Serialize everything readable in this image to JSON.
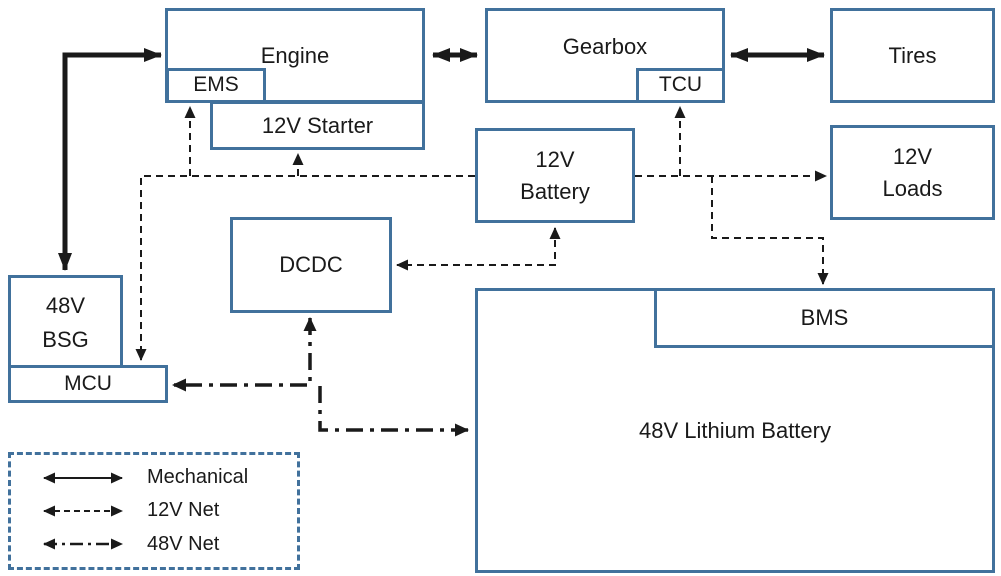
{
  "diagram": {
    "engine": {
      "label": "Engine"
    },
    "ems": {
      "label": "EMS"
    },
    "starter": {
      "label": "12V Starter"
    },
    "gearbox": {
      "label": "Gearbox"
    },
    "tcu": {
      "label": "TCU"
    },
    "tires": {
      "label": "Tires"
    },
    "battery12": {
      "l1": "12V",
      "l2": "Battery"
    },
    "loads12": {
      "l1": "12V",
      "l2": "Loads"
    },
    "dcdc": {
      "label": "DCDC"
    },
    "bsg": {
      "l1": "48V",
      "l2": "BSG"
    },
    "mcu": {
      "label": "MCU"
    },
    "bms": {
      "label": "BMS"
    },
    "lithium": {
      "label": "48V Lithium Battery"
    }
  },
  "legend": {
    "items": [
      {
        "label": "Mechanical",
        "line_style": "solid"
      },
      {
        "label": "12V Net",
        "line_style": "dashed"
      },
      {
        "label": "48V Net",
        "line_style": "dash-dot"
      }
    ]
  },
  "connections": [
    {
      "from": "48V BSG",
      "to": "Engine",
      "type": "mechanical"
    },
    {
      "from": "Engine",
      "to": "Gearbox",
      "type": "mechanical",
      "bidirectional": true
    },
    {
      "from": "Gearbox",
      "to": "Tires",
      "type": "mechanical",
      "bidirectional": true
    },
    {
      "from": "12V Battery",
      "to": "MCU",
      "type": "12V Net"
    },
    {
      "from": "12V Battery",
      "to": "EMS",
      "type": "12V Net"
    },
    {
      "from": "12V Battery",
      "to": "12V Starter",
      "type": "12V Net"
    },
    {
      "from": "12V Battery",
      "to": "TCU",
      "type": "12V Net"
    },
    {
      "from": "12V Battery",
      "to": "12V Loads",
      "type": "12V Net"
    },
    {
      "from": "12V Battery",
      "to": "BMS",
      "type": "12V Net"
    },
    {
      "from": "12V Battery",
      "to": "DCDC",
      "type": "12V Net",
      "bidirectional": true
    },
    {
      "from": "DCDC",
      "to": "MCU",
      "type": "48V Net",
      "bidirectional": true
    },
    {
      "from": "DCDC",
      "to": "48V Lithium Battery",
      "type": "48V Net"
    }
  ],
  "colors": {
    "box_border": "#41719c",
    "line": "#1a1a1a",
    "background": "#ffffff"
  }
}
